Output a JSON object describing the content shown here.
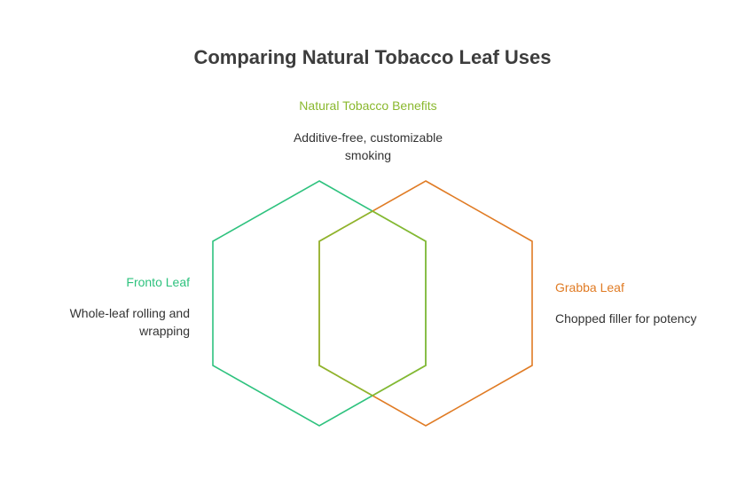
{
  "title": "Comparing Natural Tobacco Leaf Uses",
  "center": {
    "label": "Natural Tobacco Benefits",
    "description": "Additive-free, customizable smoking",
    "color": "#8ab82e"
  },
  "left": {
    "label": "Fronto Leaf",
    "description_line1": "Whole-leaf rolling and",
    "description_line2": "wrapping",
    "color": "#2ec27e"
  },
  "right": {
    "label": "Grabba Leaf",
    "description": "Chopped filler for potency",
    "color": "#e07b24"
  }
}
